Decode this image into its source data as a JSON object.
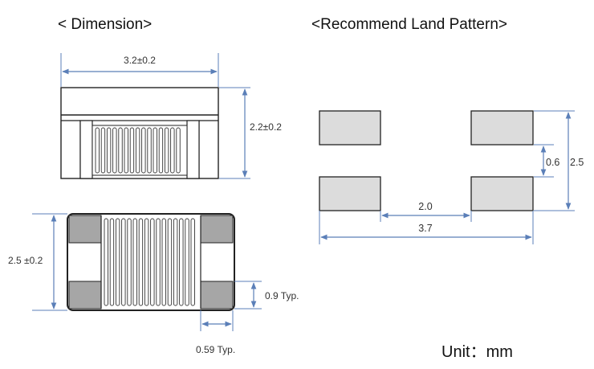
{
  "headings": {
    "dimension": "< Dimension>",
    "land_pattern": "<Recommend Land Pattern>"
  },
  "dimensions": {
    "length": "3.2±0.2",
    "height": "2.2±0.2",
    "width": "2.5 ±0.2",
    "terminal_height": "0.9 Typ.",
    "terminal_width": "0.59 Typ."
  },
  "land_pattern": {
    "pad_gap_vertical": "0.6",
    "total_height": "2.5",
    "inner_gap": "2.0",
    "total_width": "3.7"
  },
  "unit_label": "Unit：mm",
  "colors": {
    "outline": "#222222",
    "dimension_line": "#5b7fb8",
    "pad_fill": "#dcdcdc",
    "terminal_fill": "#a6a6a6",
    "body_fill": "#ffffff"
  }
}
